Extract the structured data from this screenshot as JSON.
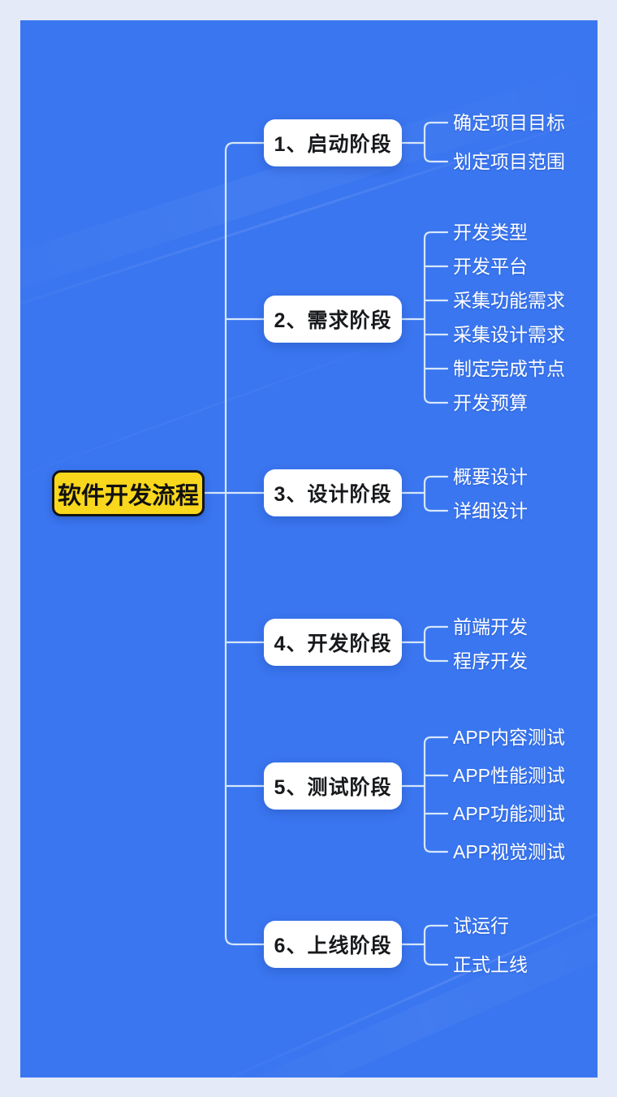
{
  "title": "软件开发流程",
  "stages": [
    {
      "label": "1、启动阶段",
      "children": [
        "确定项目目标",
        "划定项目范围"
      ]
    },
    {
      "label": "2、需求阶段",
      "children": [
        "开发类型",
        "开发平台",
        "采集功能需求",
        "采集设计需求",
        "制定完成节点",
        "开发预算"
      ]
    },
    {
      "label": "3、设计阶段",
      "children": [
        "概要设计",
        "详细设计"
      ]
    },
    {
      "label": "4、开发阶段",
      "children": [
        "前端开发",
        "程序开发"
      ]
    },
    {
      "label": "5、测试阶段",
      "children": [
        "APP内容测试",
        "APP性能测试",
        "APP功能测试",
        "APP视觉测试"
      ]
    },
    {
      "label": "6、上线阶段",
      "children": [
        "试运行",
        "正式上线"
      ]
    }
  ],
  "colors": {
    "background": "#3a76f0",
    "frame": "#e5eaf8",
    "root_fill": "#f9d71c",
    "root_border": "#141414",
    "node_fill": "#ffffff",
    "node_text": "#17191c",
    "leaf_text": "#ffffff",
    "connector": "#d6e7fb"
  }
}
